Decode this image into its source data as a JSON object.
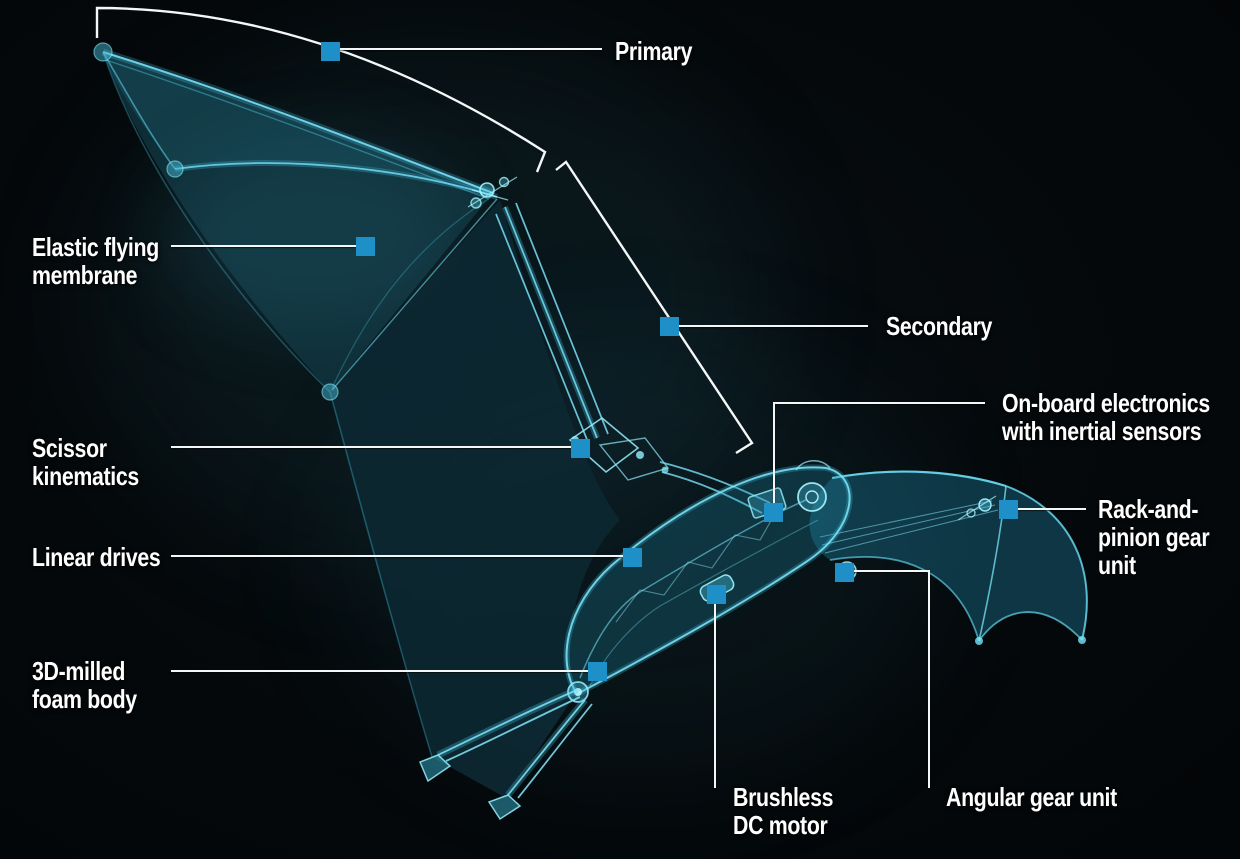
{
  "figure": {
    "description": "X-ray style illustration of a bionic robotic bat with translucent wing membranes, glowing skeleton linkages and labeled components",
    "background_color": "#05090b",
    "marker_color": "#1f8fc7",
    "leader_color": "#f4f7f7",
    "label_text_color": "#ffffff",
    "artwork_colors": {
      "membrane_dark": "#0e3440",
      "skeleton_glow": "#54d2ee",
      "body_fill": "#1d8aa8"
    }
  },
  "labels": {
    "primary": {
      "lines": [
        "Primary"
      ]
    },
    "elastic_membrane": {
      "lines": [
        "Elastic flying",
        "membrane"
      ]
    },
    "secondary": {
      "lines": [
        "Secondary"
      ]
    },
    "scissor_kinematics": {
      "lines": [
        "Scissor",
        "kinematics"
      ]
    },
    "onboard_electronics": {
      "lines": [
        "On-board electronics",
        "with inertial sensors"
      ]
    },
    "linear_drives": {
      "lines": [
        "Linear drives"
      ]
    },
    "rack_pinion": {
      "lines": [
        "Rack-and-",
        "pinion gear",
        "unit"
      ]
    },
    "foam_body": {
      "lines": [
        "3D-milled",
        "foam body"
      ]
    },
    "brushless_motor": {
      "lines": [
        "Brushless",
        "DC motor"
      ]
    },
    "angular_gear": {
      "lines": [
        "Angular gear unit"
      ]
    }
  }
}
